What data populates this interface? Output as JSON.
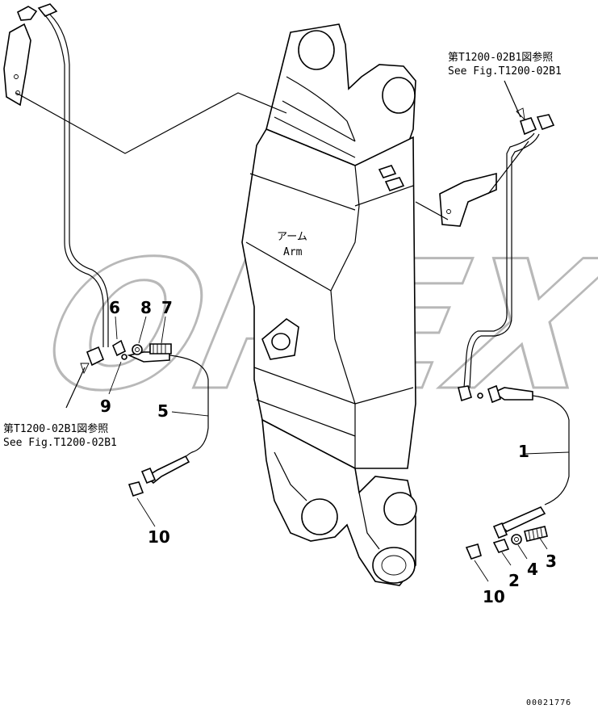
{
  "part_labels": {
    "p1": "1",
    "p2": "2",
    "p3": "3",
    "p4": "4",
    "p5": "5",
    "p6": "6",
    "p7": "7",
    "p8": "8",
    "p9": "9",
    "p10_left": "10",
    "p10_right": "10"
  },
  "references": {
    "right_jp": "第T1200-02B1図参照",
    "right_en": "See Fig.T1200-02B1",
    "left_jp": "第T1200-02B1図参照",
    "left_en": "See Fig.T1200-02B1"
  },
  "arm_label": {
    "jp": "アーム",
    "en": "Arm"
  },
  "watermark_text": "OREX",
  "drawing_code": "00021776",
  "colors": {
    "line": "#000000",
    "watermark": "#b8b8b8",
    "background": "#ffffff"
  }
}
